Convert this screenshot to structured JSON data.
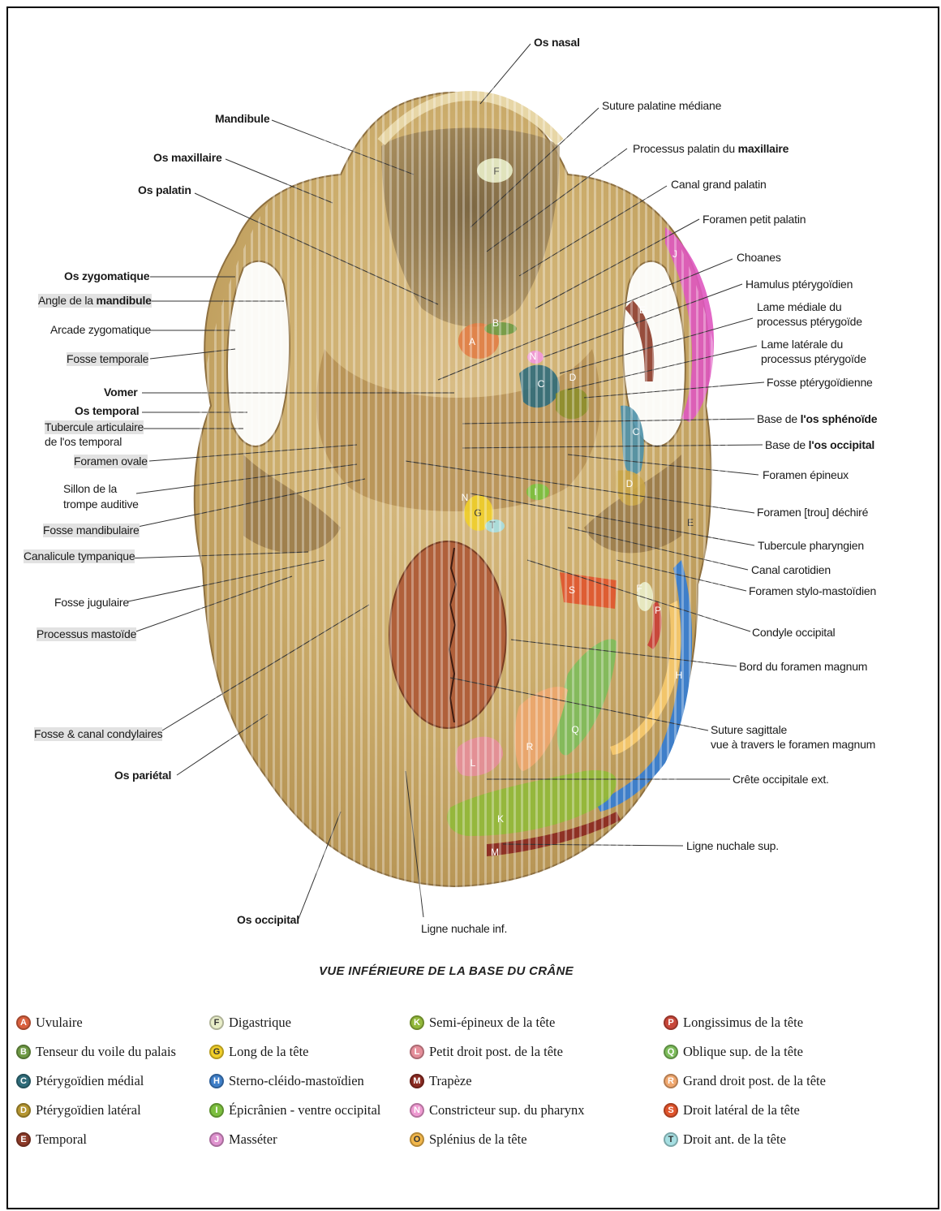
{
  "caption": "VUE INFÉRIEURE DE LA BASE DU CRÂNE",
  "labels_left": {
    "mandibule": "Mandibule",
    "os_maxillaire": "Os maxillaire",
    "os_palatin": "Os palatin",
    "os_zygomatique": "Os zygomatique",
    "angle_mandibule_a": "Angle de la ",
    "angle_mandibule_b": "mandibule",
    "arcade_zygomatique": "Arcade zygomatique",
    "fosse_temporale": "Fosse temporale",
    "vomer": "Vomer",
    "os_temporal": "Os temporal",
    "tubercule_articulaire_1": "Tubercule articulaire",
    "tubercule_articulaire_2": "de l'os temporal",
    "foramen_ovale": "Foramen ovale",
    "sillon_1": "Sillon de la",
    "sillon_2": "trompe auditive",
    "fosse_mandibulaire": "Fosse mandibulaire",
    "canalicule_tympanique": "Canalicule tympanique",
    "fosse_jugulaire": "Fosse jugulaire",
    "processus_mastoide": "Processus mastoïde",
    "fosse_canal_condylaires": "Fosse & canal condylaires",
    "os_parietal": "Os pariétal",
    "os_occipital": "Os occipital",
    "ligne_nuchale_inf": "Ligne nuchale inf."
  },
  "labels_right": {
    "os_nasal": "Os nasal",
    "suture_palatine": "Suture palatine médiane",
    "processus_palatin_a": "Processus palatin du ",
    "processus_palatin_b": "maxillaire",
    "canal_grand_palatin": "Canal grand palatin",
    "foramen_petit_palatin": "Foramen petit palatin",
    "choanes": "Choanes",
    "hamulus": "Hamulus ptérygoïdien",
    "lame_mediale_1": "Lame médiale du",
    "lame_mediale_2": "processus ptérygoïde",
    "lame_laterale_1": "Lame latérale du",
    "lame_laterale_2": "processus ptérygoïde",
    "fosse_pterygoidienne": "Fosse ptérygoïdienne",
    "base_sphenoide_a": "Base de ",
    "base_sphenoide_b": "l'os sphénoïde",
    "base_occipital_a": "Base de ",
    "base_occipital_b": "l'os occipital",
    "foramen_epineux": "Foramen épineux",
    "foramen_dechire": "Foramen [trou] déchiré",
    "tubercule_pharyngien": "Tubercule pharyngien",
    "canal_carotidien": "Canal carotidien",
    "foramen_stylo": "Foramen stylo-mastoïdien",
    "condyle_occipital": "Condyle occipital",
    "bord_foramen": "Bord du foramen magnum",
    "suture_sagittale_1": "Suture sagittale",
    "suture_sagittale_2": "vue à travers le foramen magnum",
    "crete_occipitale": "Crête occipitale ext.",
    "ligne_nuchale_sup": "Ligne nuchale sup."
  },
  "region_letters": [
    "A",
    "B",
    "C",
    "C",
    "D",
    "D",
    "E",
    "E",
    "F",
    "F",
    "G",
    "H",
    "I",
    "J",
    "K",
    "L",
    "M",
    "N",
    "N",
    "P",
    "Q",
    "R",
    "S",
    "T"
  ],
  "legend": [
    {
      "letter": "A",
      "label": "Uvulaire",
      "color": "#d9603e"
    },
    {
      "letter": "B",
      "label": "Tenseur du voile du palais",
      "color": "#6f9a44"
    },
    {
      "letter": "C",
      "label": "Ptérygoïdien médial",
      "color": "#2f6c7a"
    },
    {
      "letter": "D",
      "label": "Ptérygoïdien latéral",
      "color": "#b59631"
    },
    {
      "letter": "E",
      "label": "Temporal",
      "color": "#8c3a28"
    },
    {
      "letter": "F",
      "label": "Digastrique",
      "color": "#e9eec9"
    },
    {
      "letter": "G",
      "label": "Long de la tête",
      "color": "#f1cf2a"
    },
    {
      "letter": "H",
      "label": "Sterno-cléido-mastoïdien",
      "color": "#3f7fc9"
    },
    {
      "letter": "I",
      "label": "Épicrânien - ventre occipital",
      "color": "#7cbf3f"
    },
    {
      "letter": "J",
      "label": "Masséter",
      "color": "#df92cf"
    },
    {
      "letter": "K",
      "label": "Semi-épineux de la tête",
      "color": "#92b83a"
    },
    {
      "letter": "L",
      "label": "Petit droit post. de la tête",
      "color": "#e58e9a"
    },
    {
      "letter": "M",
      "label": "Trapèze",
      "color": "#8b2b22"
    },
    {
      "letter": "N",
      "label": "Constricteur sup. du pharynx",
      "color": "#ef9ad2"
    },
    {
      "letter": "O",
      "label": "Splénius de la tête",
      "color": "#f2b74b"
    },
    {
      "letter": "P",
      "label": "Longissimus de la tête",
      "color": "#c8473a"
    },
    {
      "letter": "Q",
      "label": "Oblique sup. de la tête",
      "color": "#7dbd5b"
    },
    {
      "letter": "R",
      "label": "Grand droit post. de la tête",
      "color": "#f0a76e"
    },
    {
      "letter": "S",
      "label": "Droit latéral de la tête",
      "color": "#e0542c"
    },
    {
      "letter": "T",
      "label": "Droit ant. de la tête",
      "color": "#a6dfe2"
    }
  ]
}
